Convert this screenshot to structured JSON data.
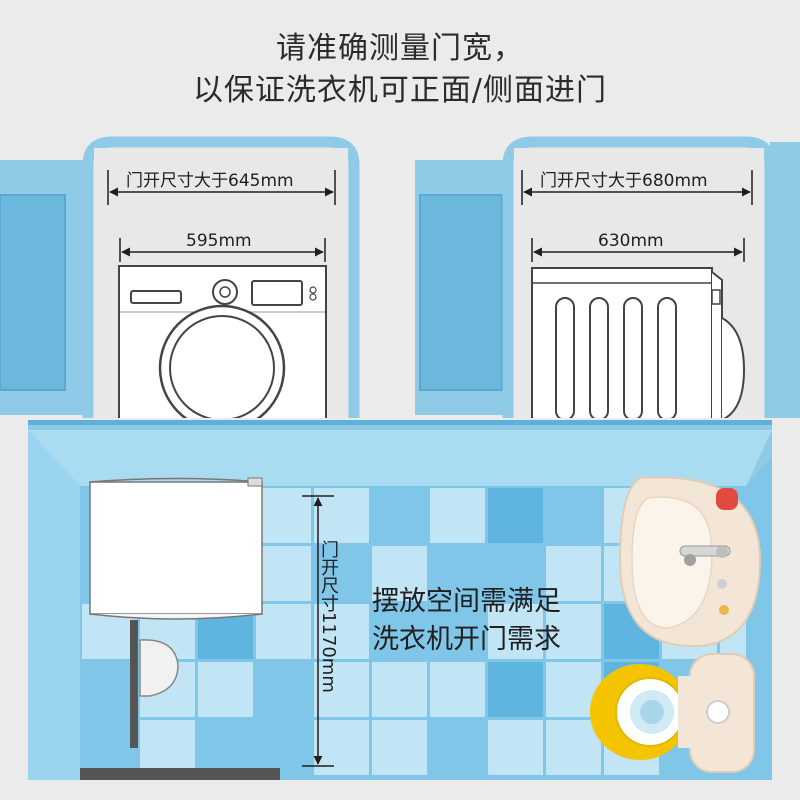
{
  "headline": {
    "line1": "请准确测量门宽，",
    "line2": "以保证洗衣机可正面/侧面进门"
  },
  "front_view": {
    "door_width_label": "门开尺寸大于645mm",
    "machine_width_label": "595mm"
  },
  "side_view": {
    "door_width_label": "门开尺寸大于680mm",
    "machine_depth_label": "630mm"
  },
  "floor_plan": {
    "door_clearance_label": "门开尺寸1170mm",
    "note_line1": "摆放空间需满足",
    "note_line2": "洗衣机开门需求"
  },
  "colors": {
    "background": "#ebebeb",
    "door_frame": "#8fcbe6",
    "door_frame_dark": "#66b5da",
    "tile_light": "#c2e5f5",
    "tile_mid": "#7fc6e9",
    "tile_dark": "#5fb5e0",
    "toilet_seat": "#f5c400",
    "sink": "#f3e6d6",
    "machine": "#ffffff"
  }
}
